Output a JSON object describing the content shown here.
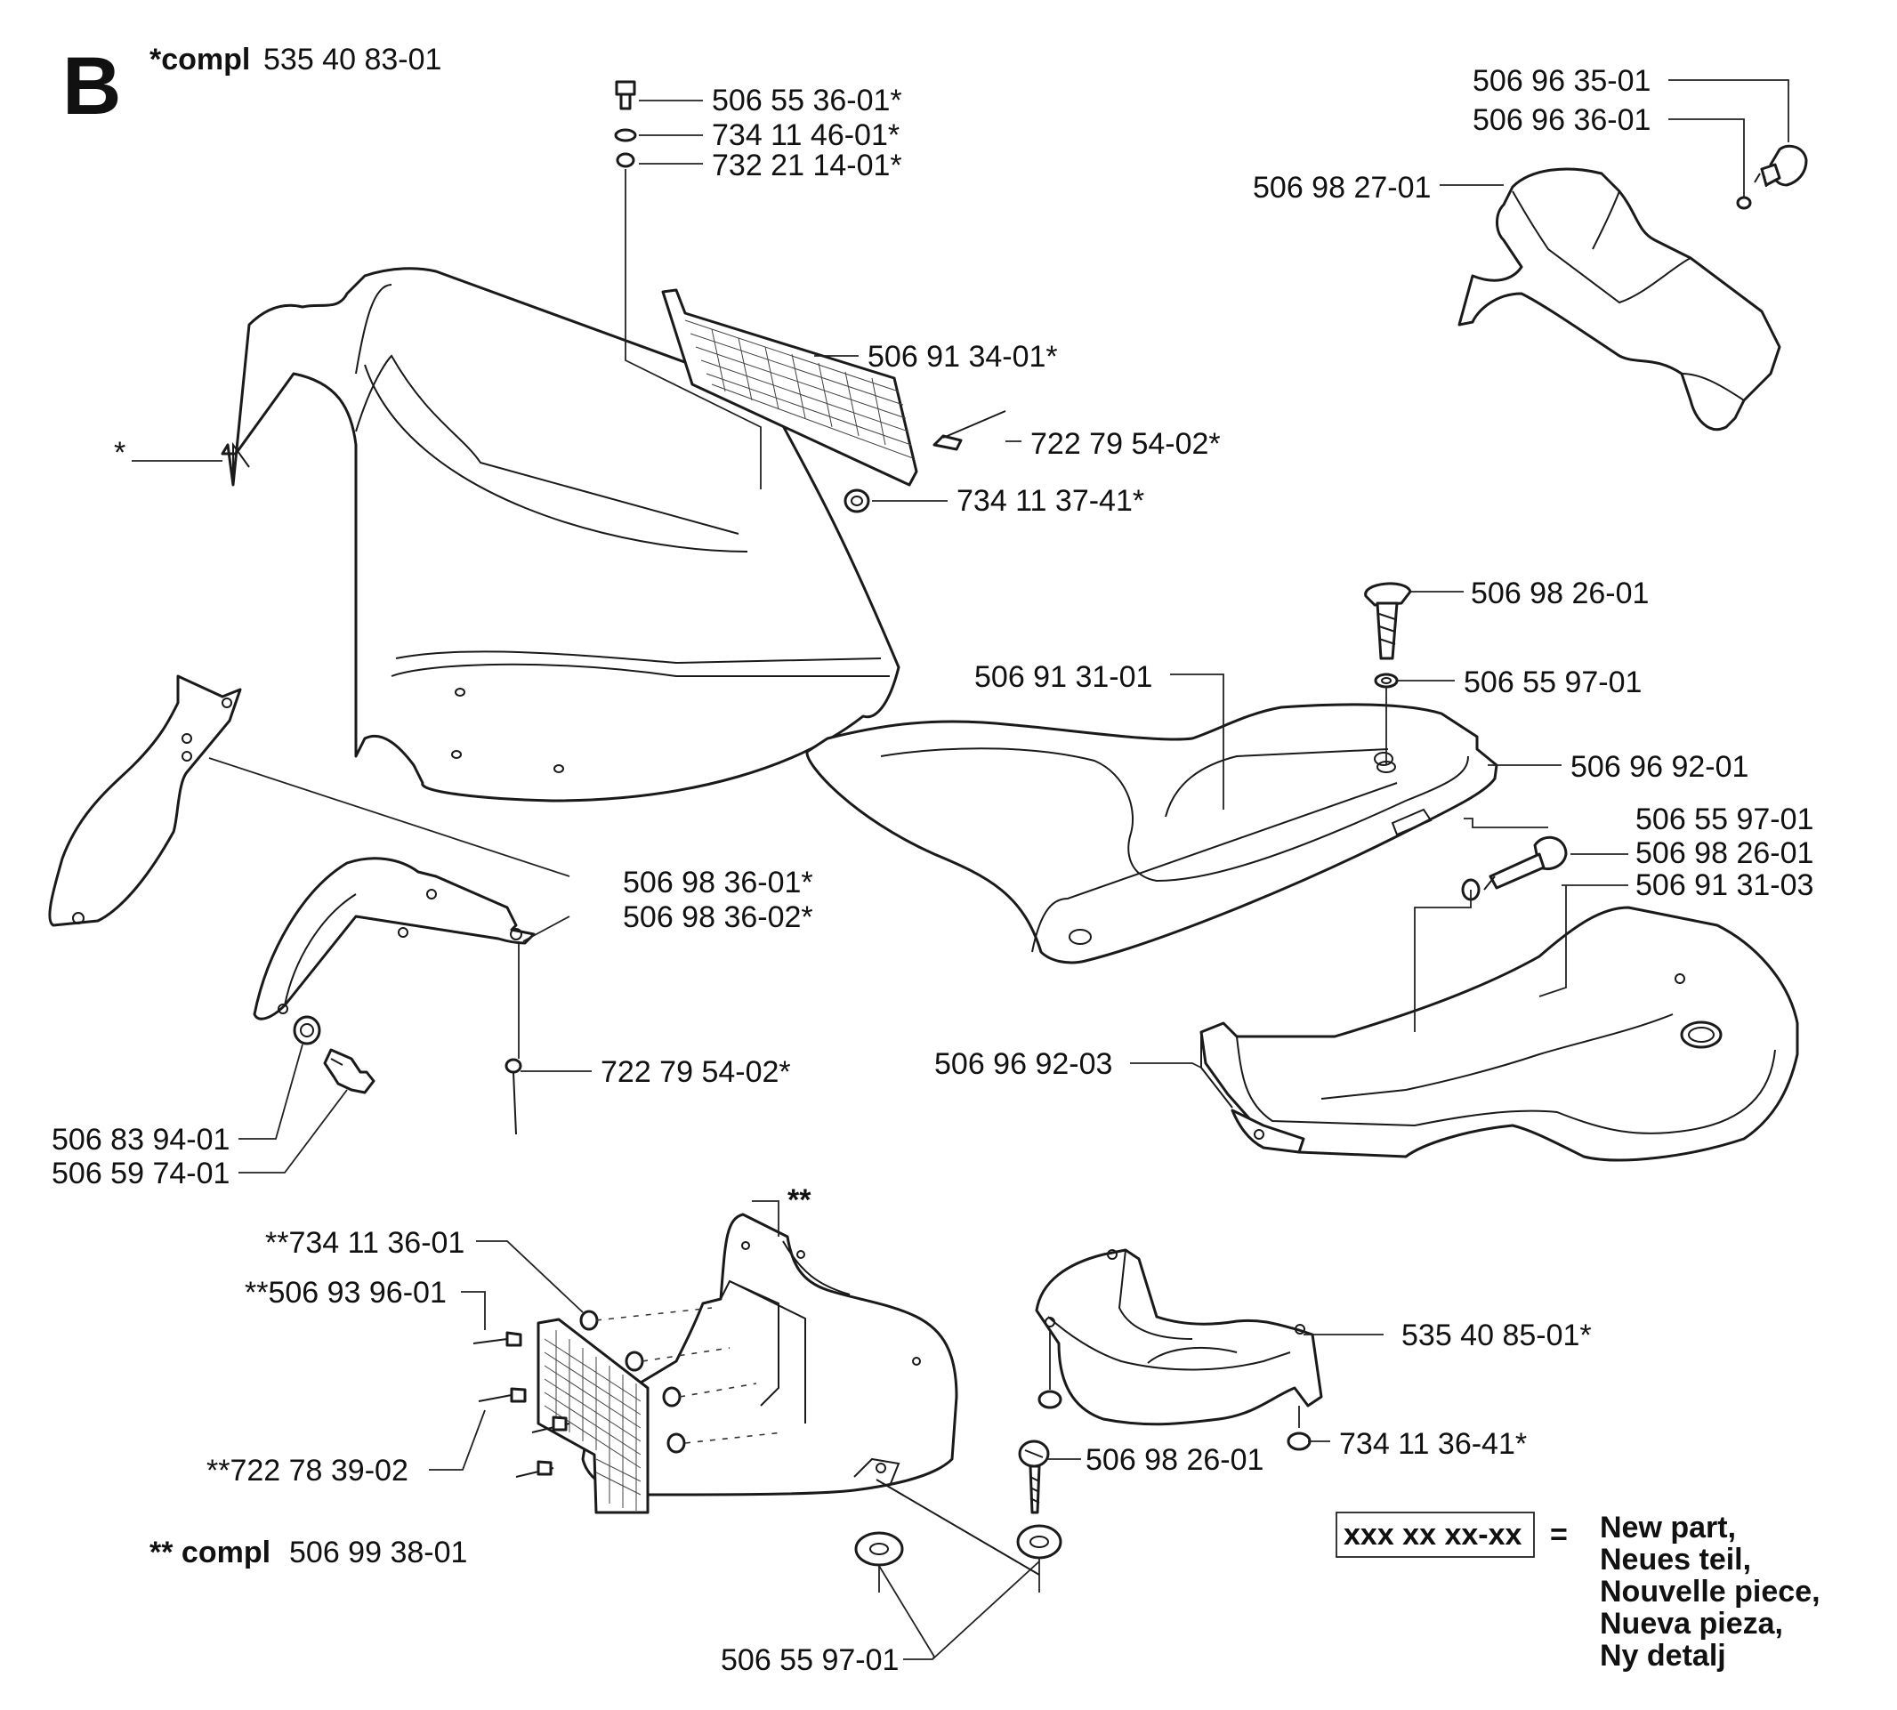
{
  "section": {
    "letter": "B",
    "top_assembly": {
      "prefix": "*compl",
      "number": "535 40 83-01"
    },
    "bottom_assembly": {
      "prefix": "** compl",
      "number": "506 99 38-01"
    }
  },
  "callouts": {
    "c1": "506 55 36-01*",
    "c2": "734 11 46-01*",
    "c3": "732 21 14-01*",
    "c4": "506 91 34-01*",
    "c5": "722 79 54-02*",
    "c6": "734 11 37-41*",
    "c7": "506 96 35-01",
    "c8": "506 96 36-01",
    "c9": "506 98 27-01",
    "c10": "*",
    "c11": "506 98 26-01",
    "c12": "506 91 31-01",
    "c13": "506 55 97-01",
    "c14": "506 96 92-01",
    "c15": "506 55 97-01",
    "c16": "506 98 26-01",
    "c17": "506 91 31-03",
    "c18": "506 98 36-01*",
    "c19": "506 98 36-02*",
    "c20": "722 79 54-02*",
    "c21": "506 96 92-03",
    "c22": "506 83 94-01",
    "c23": "506 59 74-01",
    "c24": "**",
    "c25": "**734 11 36-01",
    "c26": "**506 93 96-01",
    "c27": "535 40 85-01*",
    "c28": "506 98 26-01",
    "c29": "734 11 36-41*",
    "c30": "**722 78 39-02",
    "c31": "506 55 97-01"
  },
  "legend": {
    "box_text": "xxx xx xx-xx",
    "equals": "=",
    "lines": [
      "New part,",
      "Neues teil,",
      "Nouvelle piece,",
      "Nueva pieza,",
      "Ny detalj"
    ]
  }
}
